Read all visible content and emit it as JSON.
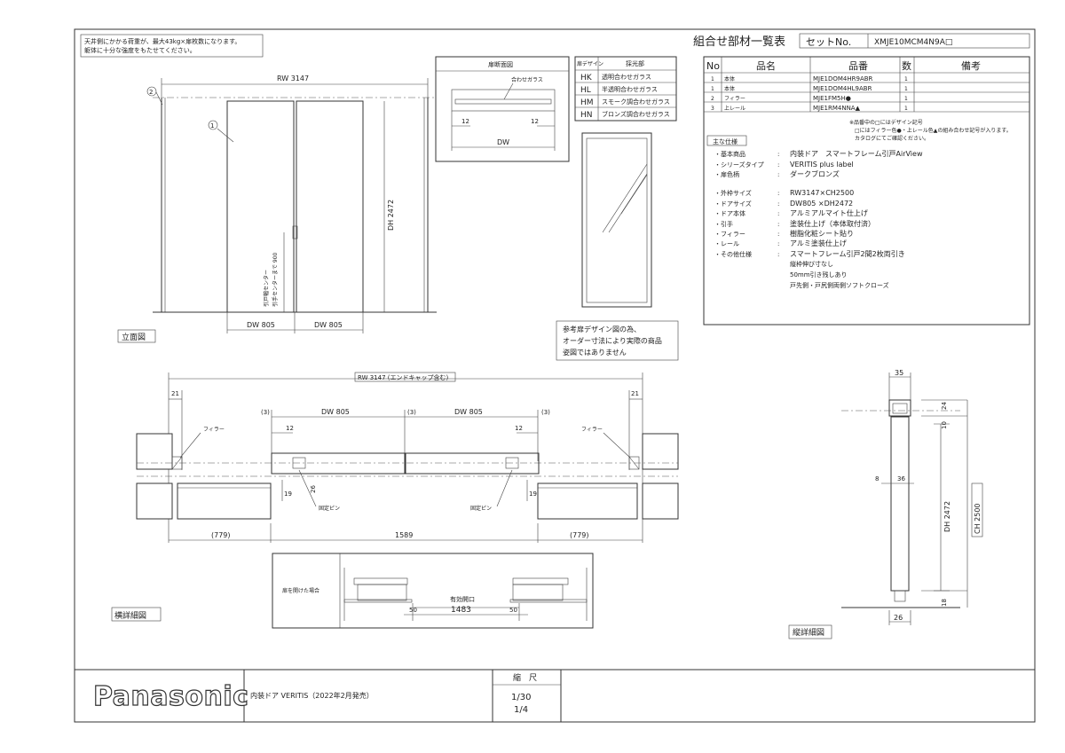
{
  "notes": {
    "ceiling_line1": "天井側にかかる荷重が、最大43kg×扉枚数になります。",
    "ceiling_line2": "躯体に十分な強度をもたせてください。",
    "reference_line1": "参考扉デザイン図の為、",
    "reference_line2": "オーダー寸法により実際の商品",
    "reference_line3": "姿図ではありません",
    "legend_line1": "※品番中の□にはデザイン記号",
    "legend_line2": "□にはフィラー色●・上レール色▲の組み合わせ記号が入ります。",
    "legend_line3": "カタログにてご確認ください。"
  },
  "parts_list": {
    "title": "組合せ部材一覧表",
    "set_label": "セットNo.",
    "set_value": "XMJE10MCM4N9A□",
    "headers": {
      "no": "No",
      "name": "品名",
      "code": "品番",
      "qty": "数",
      "remark": "備考"
    },
    "rows": [
      {
        "no": "1",
        "name": "本体",
        "code": "MJE1DOM4HR9ABR",
        "qty": "1"
      },
      {
        "no": "1",
        "name": "本体",
        "code": "MJE1DOM4HL9ABR",
        "qty": "1"
      },
      {
        "no": "2",
        "name": "フィラー",
        "code": "MJE1FM5H●",
        "qty": "1"
      },
      {
        "no": "3",
        "name": "上レール",
        "code": "MJE1RM4NNA▲",
        "qty": "1"
      }
    ]
  },
  "spec": {
    "heading": "主な仕様",
    "items": [
      {
        "k": "・基本商品",
        "v": "内装ドア　スマートフレーム引戸AirView"
      },
      {
        "k": "・シリーズタイプ",
        "v": "VERITIS plus label"
      },
      {
        "k": "・扉色柄",
        "v": "ダークブロンズ"
      },
      {
        "k": "・外枠サイズ",
        "v": "RW3147×CH2500"
      },
      {
        "k": "・ドアサイズ",
        "v": "DW805 ×DH2472"
      },
      {
        "k": "・ドア本体",
        "v": "アルミアルマイト仕上げ"
      },
      {
        "k": "・引手",
        "v": "塗装仕上げ（本体取付済）"
      },
      {
        "k": "・フィラー",
        "v": "樹脂化粧シート貼り"
      },
      {
        "k": "・レール",
        "v": "アルミ塗装仕上げ"
      },
      {
        "k": "・その他仕様",
        "v": "スマートフレーム引戸2間2枚両引き"
      }
    ],
    "extra": [
      "縦枠伸び寸なし",
      "50mm引き残しあり",
      "戸先側・戸尻側両側ソフトクローズ"
    ],
    "sep": ":"
  },
  "glass_table": {
    "header_design": "扉デザイン",
    "header_glass": "採光部",
    "rows": [
      {
        "code": "HK",
        "desc": "透明合わせガラス"
      },
      {
        "code": "HL",
        "desc": "半透明合わせガラス"
      },
      {
        "code": "HM",
        "desc": "スモーク調合わせガラス"
      },
      {
        "code": "HN",
        "desc": "ブロンズ調合わせガラス"
      }
    ]
  },
  "section_detail": {
    "title": "扉断面図",
    "glass_label": "合わせガラス",
    "dim_left": "12",
    "dim_right": "12",
    "dim_width": "DW"
  },
  "elevation": {
    "title": "立面図",
    "rw": "RW 3147",
    "dh": "DH 2472",
    "dw_left": "DW 805",
    "dw_right": "DW 805",
    "handle_label1": "引戸幅センター",
    "handle_label2": "引手センターまで 900",
    "callout1": "1",
    "callout2": "2"
  },
  "plan": {
    "title": "横詳細図",
    "rw_label": "RW 3147 (エンドキャップ含む)",
    "dim21_left": "21",
    "dim21_right": "21",
    "dim3_a": "(3)",
    "dim3_b": "(3)",
    "dim3_c": "(3)",
    "dw_left": "DW 805",
    "dw_right": "DW 805",
    "dim12_left": "12",
    "dim12_right": "12",
    "dim19_left": "19",
    "dim19_right": "19",
    "dim26": "26",
    "filler_left": "フィラー",
    "filler_right": "フィラー",
    "pin_left": "固定ピン",
    "pin_right": "固定ピン",
    "dim779_left": "(779)",
    "dim1589": "1589",
    "dim779_right": "(779)"
  },
  "open_detail": {
    "label": "扉を開けた場合",
    "opening_label": "有効開口",
    "opening_value": "1483",
    "dim50_left": "50",
    "dim50_right": "50"
  },
  "vertical": {
    "title": "縦詳細図",
    "dim35": "35",
    "dim24": "24",
    "dim10": "10",
    "dim8": "8",
    "dim36": "36",
    "dh": "DH 2472",
    "ch": "CH 2500",
    "dim18": "18",
    "dim26": "26"
  },
  "title_block": {
    "brand": "Panasonic",
    "product": "内装ドア VERITIS（2022年2月発売）",
    "scale_label": "縮　尺",
    "scale1": "1/30",
    "scale2": "1/4"
  }
}
